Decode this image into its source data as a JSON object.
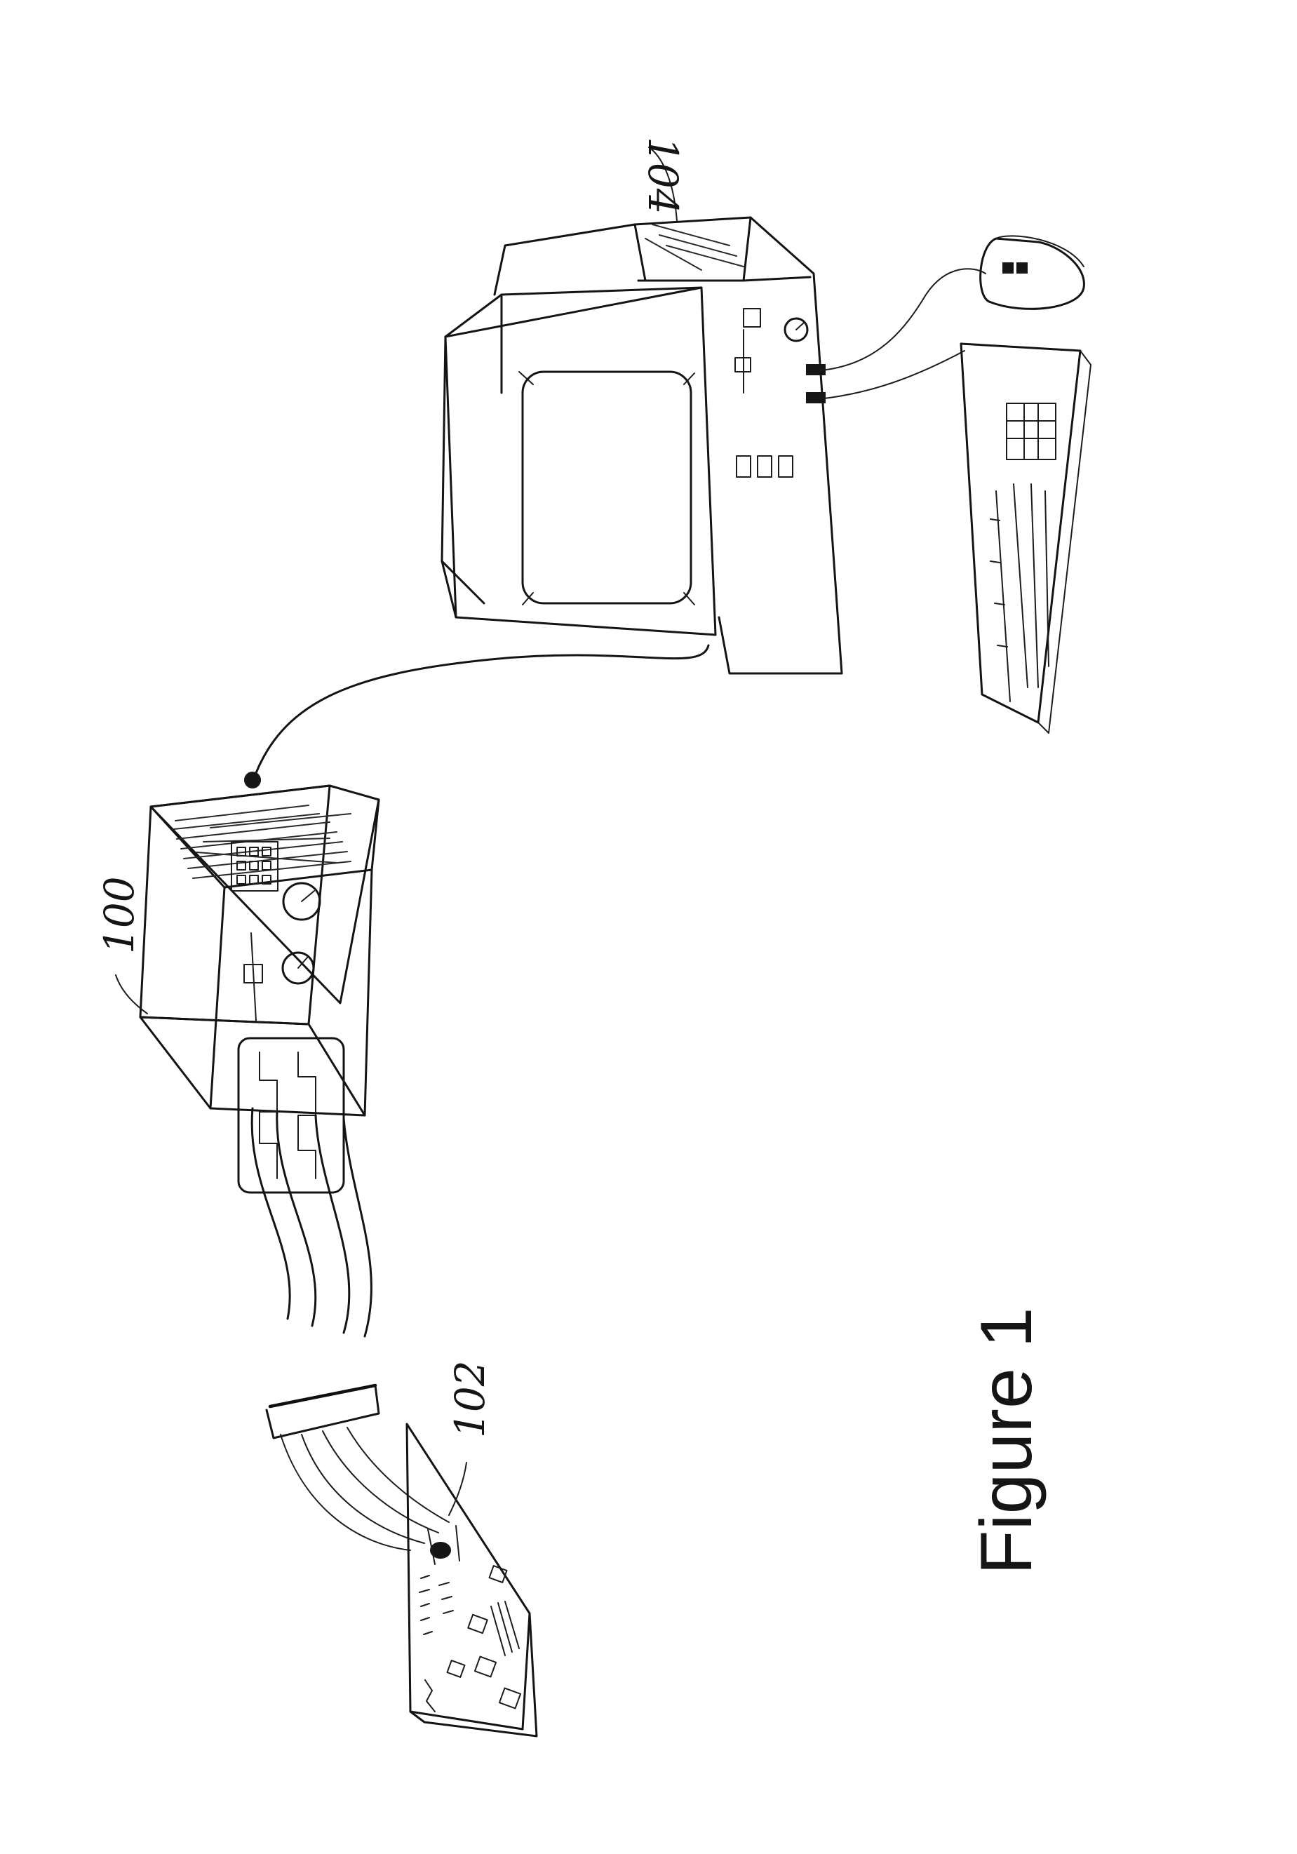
{
  "figure": {
    "caption": "Figure 1",
    "reference_numerals": {
      "instrument": "100",
      "circuit_board": "102",
      "computer": "104"
    }
  }
}
